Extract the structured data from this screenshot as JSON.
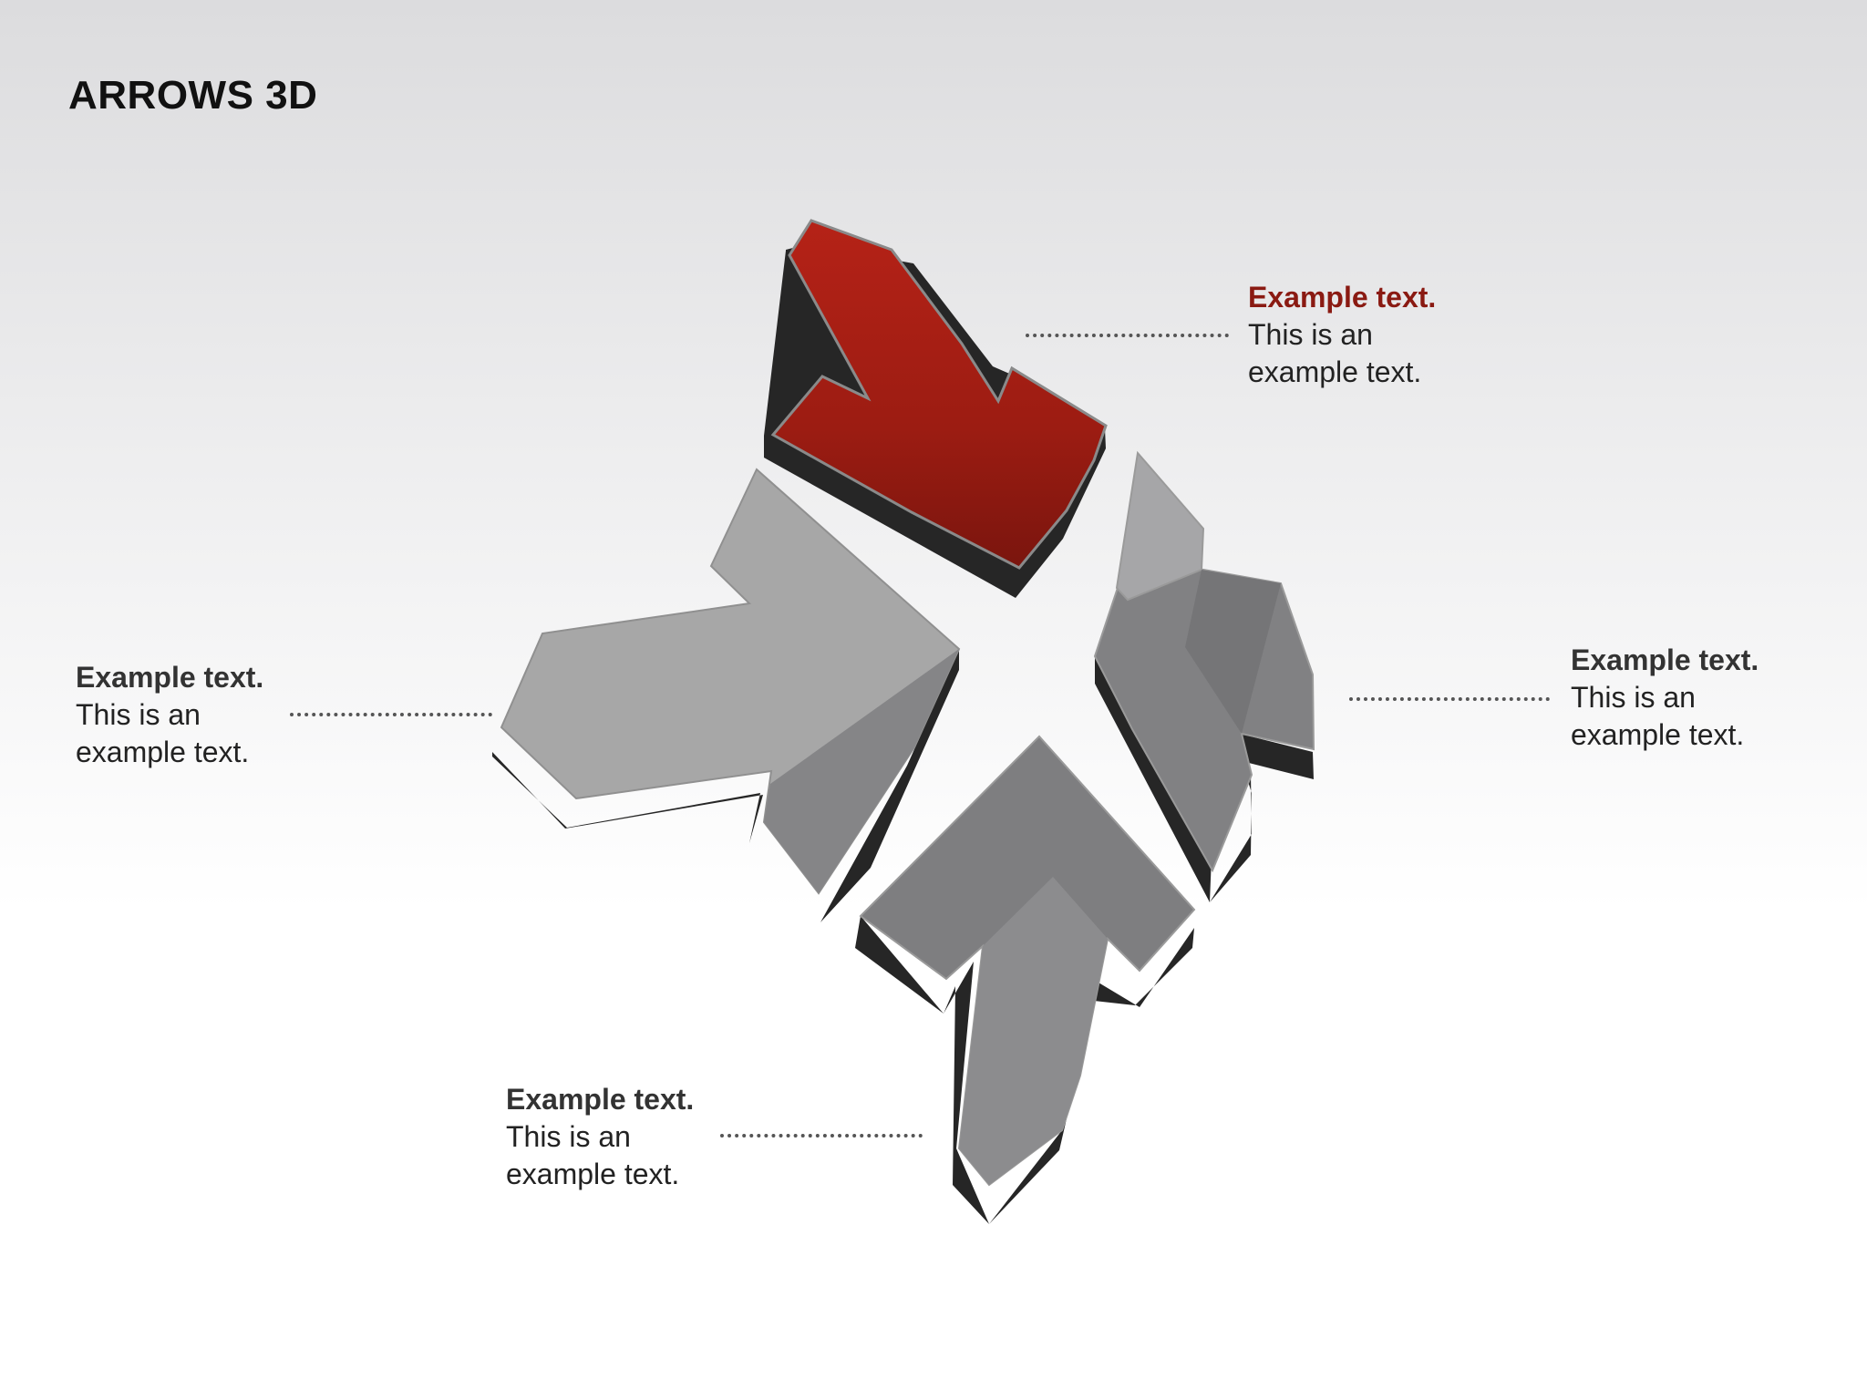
{
  "title": "ARROWS 3D",
  "colors": {
    "accent_red": "#a81c14",
    "arrow_light_gray": "#a8a8a8",
    "arrow_mid_gray": "#8a8a8c",
    "arrow_dark_gray": "#7f7f81",
    "extrusion": "#262626",
    "accent_text": "#8a1a12"
  },
  "callouts": [
    {
      "id": "top-right",
      "heading": "Example text.",
      "body": "This is an example text.",
      "highlighted": true
    },
    {
      "id": "left",
      "heading": "Example text.",
      "body": "This is an example text.",
      "highlighted": false
    },
    {
      "id": "right",
      "heading": "Example text.",
      "body": "This is an example text.",
      "highlighted": false
    },
    {
      "id": "bottom",
      "heading": "Example text.",
      "body": "This is an example text.",
      "highlighted": false
    }
  ]
}
